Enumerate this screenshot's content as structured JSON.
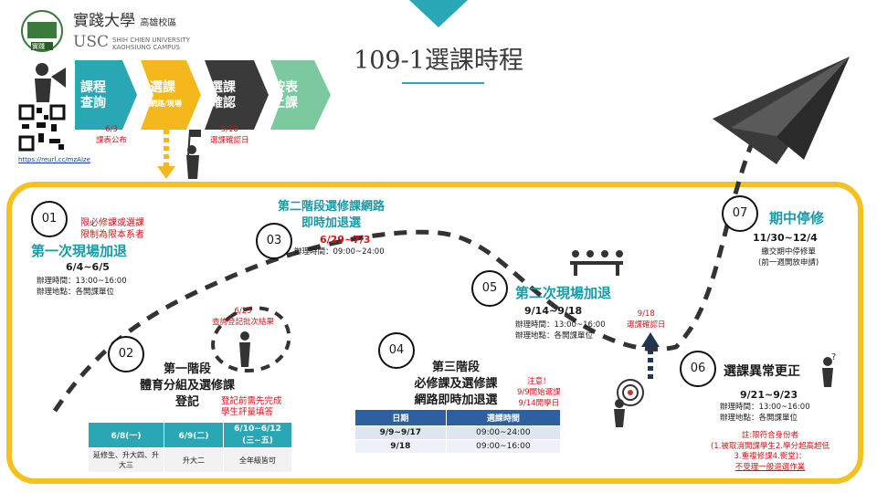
{
  "title": "109-1選課時程",
  "logo": {
    "badge": "實踐",
    "name_cn": "實踐大學",
    "campus_cn": "高雄校區",
    "abbr": "USC",
    "name_en": "SHIH CHIEN UNIVERSITY",
    "campus_en": "KAOHSIUNG CAMPUS"
  },
  "link": "https://reurl.cc/mzAlze",
  "steps": [
    {
      "label1": "課程",
      "label2": "查詢",
      "note_date": "6/3",
      "note_text": "課表公布",
      "color": "#2aa7b5"
    },
    {
      "label1": "選課",
      "label2": "網路/現場",
      "note_date": "",
      "note_text": "",
      "color": "#f5b81c"
    },
    {
      "label1": "選課",
      "label2": "確認",
      "note_date": "9/18",
      "note_text": "選課確認日",
      "color": "#3a3a3a"
    },
    {
      "label1": "按表",
      "label2": "上課",
      "note_date": "",
      "note_text": "",
      "color": "#7cc9a0"
    }
  ],
  "stages": {
    "s01": {
      "num": "01",
      "note1": "限必修課或選課",
      "note2": "限制為限本系者",
      "title": "第一次現場加退",
      "date": "6/4~6/5",
      "time": "辦理時間：13:00~16:00",
      "place": "辦理地點：各開課單位"
    },
    "s02": {
      "num": "02",
      "title1": "第一階段",
      "title2": "體育分組及選修課",
      "title3": "登記",
      "note1": "登記前需先完成",
      "note2": "學生評量填答"
    },
    "s03": {
      "num": "03",
      "title1": "第二階段選修課網路",
      "title2": "即時加退選",
      "date": "6/29~7/3",
      "time": "辦理時間：09:00~24:00"
    },
    "s0625": {
      "date": "6/25",
      "text": "查詢登記批次結果"
    },
    "s04": {
      "num": "04",
      "title1": "第三階段",
      "title2": "必修課及選修課",
      "title3": "網路即時加退選",
      "note1": "注意！",
      "note2": "9/9開始選課",
      "note3": "9/14開學日"
    },
    "s05": {
      "num": "05",
      "title": "第二次現場加退",
      "date": "9/14~9/18",
      "time": "辦理時間：13:00~16:00",
      "place": "辦理地點：各開課單位"
    },
    "s0918": {
      "date": "9/18",
      "text": "選課確認日"
    },
    "s06": {
      "num": "06",
      "title": "選課異常更正",
      "date": "9/21~9/23",
      "time": "辦理時間：13:00~16:00",
      "place": "辦理地點：各開課單位",
      "note1": "註:限符合身份者",
      "note2": "(1.被取消開課學生2.學分超高超低",
      "note3": "3.重複修課4.衝堂)：",
      "note4": "不受理一般退選作業"
    },
    "s07": {
      "num": "07",
      "title": "期中停修",
      "date": "11/30~12/4",
      "line1": "繳交期中停修單",
      "line2": "(前一週開放申請)"
    }
  },
  "table1": {
    "headers": [
      "6/8(一)",
      "6/9(二)",
      "6/10~6/12",
      "(三~五)"
    ],
    "row": [
      "延修生、升大四、升大三",
      "升大二",
      "全年級皆可"
    ],
    "header_color": "#2aa7b5"
  },
  "table2": {
    "headers": [
      "日期",
      "選課時間"
    ],
    "rows": [
      [
        "9/9~9/17",
        "09:00~24:00"
      ],
      [
        "9/18",
        "09:00~16:00"
      ]
    ],
    "header_color": "#2e5f9e"
  },
  "colors": {
    "frame": "#f5c11e",
    "teal": "#1a9aa8",
    "red": "#d0161b",
    "dark": "#3a3a3a"
  }
}
